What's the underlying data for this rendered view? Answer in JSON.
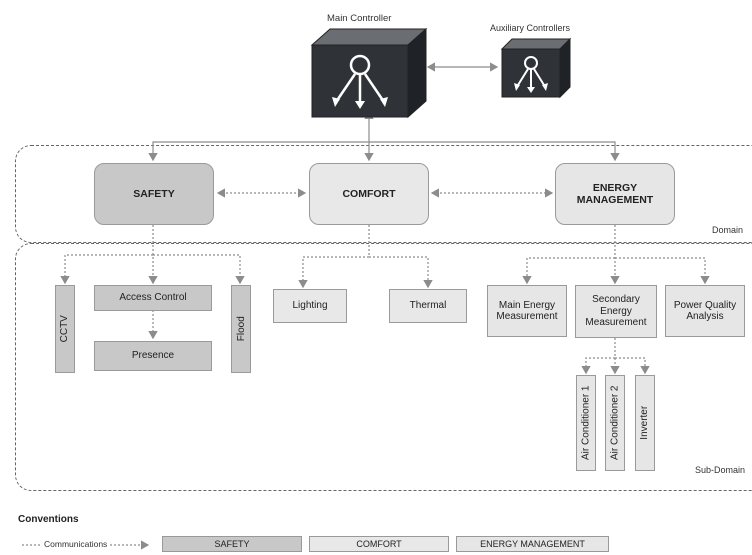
{
  "controllers": {
    "main_label": "Main Controller",
    "aux_label": "Auxiliary Controllers"
  },
  "regions": {
    "domain_label": "Domain",
    "subdomain_label": "Sub-Domain"
  },
  "domains": {
    "safety": "SAFETY",
    "comfort": "COMFORT",
    "energy": "ENERGY MANAGEMENT"
  },
  "subdomains": {
    "cctv": "CCTV",
    "access_control": "Access Control",
    "presence": "Presence",
    "flood": "Flood",
    "lighting": "Lighting",
    "thermal": "Thermal",
    "main_energy": "Main Energy Measurement",
    "secondary_energy": "Secondary Energy Measurement",
    "power_quality": "Power Quality Analysis",
    "air_conditioner_1": "Air Conditioner 1",
    "air_conditioner_2": "Air Conditioner 2",
    "inverter": "Inverter"
  },
  "legend": {
    "title": "Conventions",
    "communications": "Communications",
    "safety": "SAFETY",
    "comfort": "COMFORT",
    "energy": "ENERGY MANAGEMENT"
  },
  "colors": {
    "safety": "#c8c8c8",
    "comfort": "#e8e8e8",
    "energy": "#e6e6e6",
    "cube": "#2f3338"
  }
}
